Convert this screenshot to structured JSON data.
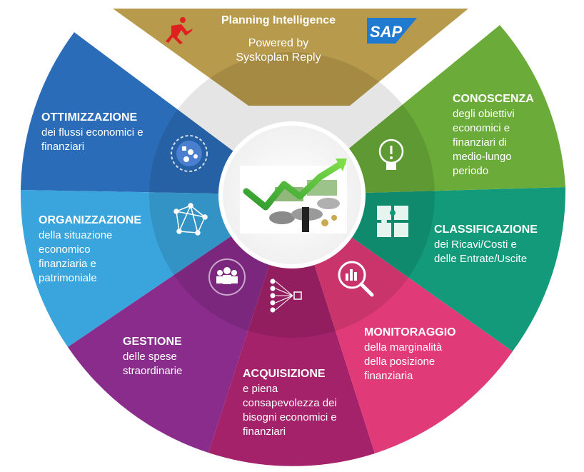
{
  "header": {
    "title": "Planning Intelligence",
    "subtitle_line1": "Powered by",
    "subtitle_line2": "Syskoplan Reply",
    "logo_text": "SAP",
    "runner_icon": "runner-icon",
    "color": "#b89a4c"
  },
  "segments": [
    {
      "id": "ottimizzazione",
      "title": "OTTIMIZZAZIONE",
      "desc": "dei flussi economici e\nfinanziari",
      "icon": "flow-icon",
      "color": "#2b6cb8"
    },
    {
      "id": "organizzazione",
      "title": "ORGANIZZAZIONE",
      "desc": "della situazione\neconomico\nfinanziaria  e\npatrimoniale",
      "icon": "network-icon",
      "color": "#3aa4dc"
    },
    {
      "id": "gestione",
      "title": "GESTIONE",
      "desc": "delle spese\nstraordinarie",
      "icon": "people-icon",
      "color": "#8a2c8c"
    },
    {
      "id": "acquisizione",
      "title": "ACQUISIZIONE",
      "desc": "e piena\nconsapevolezza dei\nbisogni economici e\nfinanziari",
      "icon": "funnel-icon",
      "color": "#a4226a"
    },
    {
      "id": "monitoraggio",
      "title": "MONITORAGGIO",
      "desc": "della marginalità\ndella posizione\nfinanziaria",
      "icon": "magnifier-chart-icon",
      "color": "#e03a78"
    },
    {
      "id": "classificazione",
      "title": "CLASSIFICAZIONE",
      "desc": "dei Ricavi/Costi e\ndelle Entrate/Uscite",
      "icon": "puzzle-icon",
      "color": "#129a7a"
    },
    {
      "id": "conoscenza",
      "title": "CONOSCENZA",
      "desc": "degli obiettivi\neconomici e\nfinanziari  di\nmedio-lungo\nperiodo",
      "icon": "lightbulb-icon",
      "color": "#6aab3a"
    }
  ],
  "center": {
    "image": "growth-chart-coins-image"
  }
}
